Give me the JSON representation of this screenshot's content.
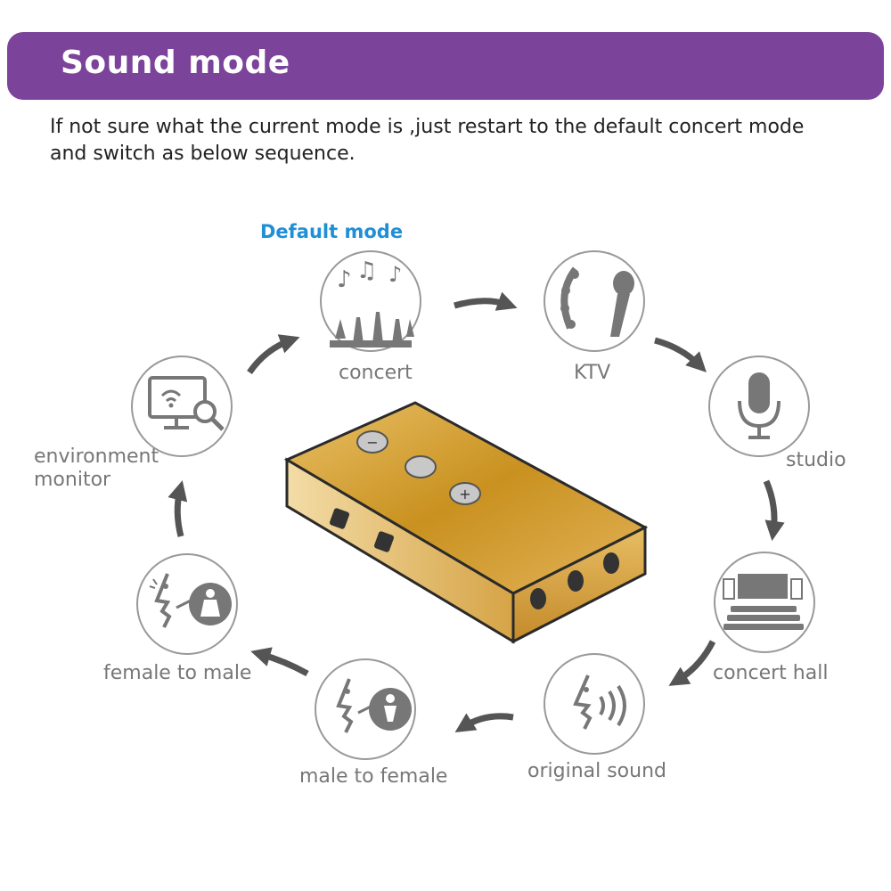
{
  "header": {
    "title": "Sound mode"
  },
  "intro": {
    "line1": "If not sure what the current mode is ,just restart to the default concert mode",
    "line2": "and switch as below sequence."
  },
  "default_label": "Default mode",
  "modes": [
    {
      "id": "concert",
      "label": "concert",
      "icon": "concert-crowd-icon"
    },
    {
      "id": "ktv",
      "label": "KTV",
      "icon": "tambourine-microphone-icon"
    },
    {
      "id": "studio",
      "label": "studio",
      "icon": "studio-microphone-icon"
    },
    {
      "id": "concert-hall",
      "label": "concert hall",
      "icon": "concert-hall-icon"
    },
    {
      "id": "original-sound",
      "label": "original sound",
      "icon": "speaking-face-icon"
    },
    {
      "id": "male-to-female",
      "label": "male to female",
      "icon": "male-to-female-icon"
    },
    {
      "id": "female-to-male",
      "label": "female to male",
      "icon": "female-to-male-icon"
    },
    {
      "id": "environment-monitor",
      "label": "environment monitor",
      "label_line1": "environment",
      "label_line2": "monitor",
      "icon": "monitor-wifi-search-icon"
    }
  ],
  "device": {
    "buttons": [
      "−",
      "",
      "+"
    ],
    "icon": "sound-card-device-icon"
  },
  "colors": {
    "banner": "#7b4399",
    "accent_blue": "#1f8fd6",
    "icon_gray": "#777777",
    "device_gold": "#d9a53c"
  }
}
